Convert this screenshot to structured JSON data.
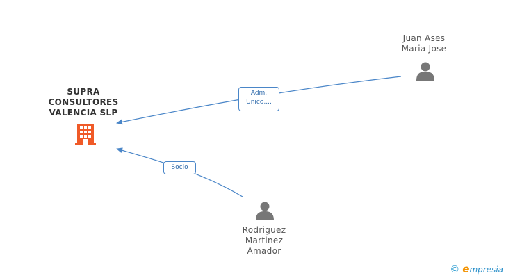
{
  "nodes": {
    "company": {
      "lines": [
        "SUPRA",
        "CONSULTORES",
        "VALENCIA SLP"
      ],
      "icon": "building-icon",
      "color": "#f05a28"
    },
    "person_1": {
      "lines": [
        "Juan Ases",
        "Maria Jose"
      ],
      "icon": "person-icon",
      "color": "#777777"
    },
    "person_2": {
      "lines": [
        "Rodriguez",
        "Martinez",
        "Amador"
      ],
      "icon": "person-icon",
      "color": "#777777"
    }
  },
  "edges": [
    {
      "from": "person_1",
      "to": "company",
      "label_lines": [
        "Adm.",
        "Unico,..."
      ]
    },
    {
      "from": "person_2",
      "to": "company",
      "label_lines": [
        "Socio"
      ]
    }
  ],
  "edge_color": "#4a86c8",
  "brand": {
    "copyright": "©",
    "e": "e",
    "rest": "mpresia"
  }
}
